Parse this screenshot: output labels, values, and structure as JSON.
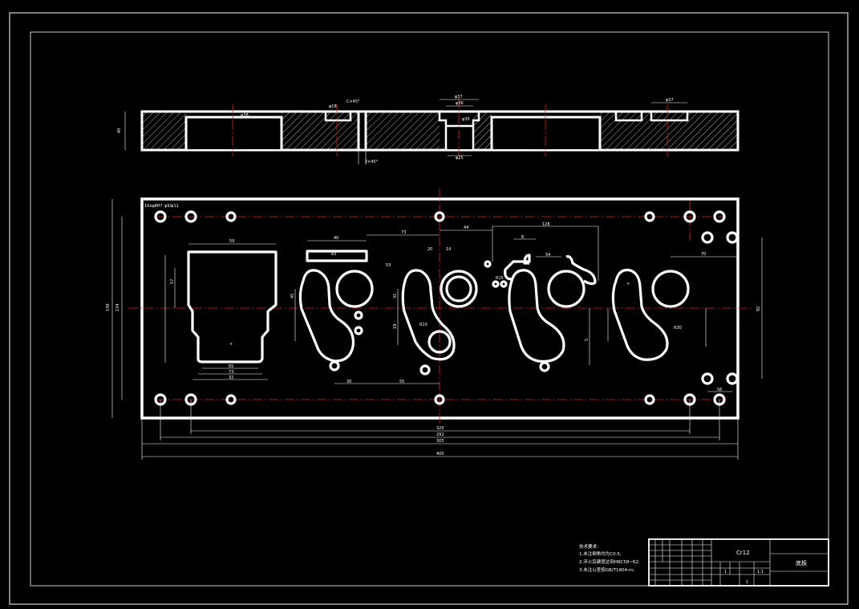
{
  "colors": {
    "background": "#000000",
    "outline": "#ffffff",
    "centerline": "#e0201e"
  },
  "section_view": {
    "dims": {
      "left_height": "40",
      "slot_width_a": "φ38",
      "mid_top": "C×45°",
      "mid_bottom": "2×45°",
      "boss_top": "φ37",
      "boss_inner": "φ36",
      "boss_small": "φ30",
      "boss_bottom": "φ25",
      "right_top": "φ37",
      "pocket_small": "φ18"
    }
  },
  "plan_view": {
    "tag": "10xφ8H7",
    "tag2": "φ9/φ11",
    "dims": {
      "overall_width": "400",
      "width2": "305",
      "width3": "292",
      "hole_spacing": "320",
      "height_total": "139",
      "height_inner": "134",
      "height_right": "92",
      "pocket_top": "59",
      "pocket_bot1": "65",
      "pocket_bot2": "73",
      "pocket_bot3": "32",
      "slot_len": "40",
      "slot_pos": "73",
      "cam_a": "20",
      "cam_b": "14",
      "cam_c": "44",
      "cam_d": "53",
      "cam_e": "83",
      "cam_f": "70",
      "r_small": "R10",
      "r_mid": "R15",
      "r_big": "R30",
      "h_a": "57",
      "h_b": "45",
      "h_c": "31",
      "h_d": "19",
      "h_e": "5",
      "t_a": "128",
      "t_b": "54",
      "t_c": "8",
      "bot_a": "30",
      "bot_b": "55",
      "bot_c": "56"
    }
  },
  "notes": {
    "title": "技术要求:",
    "lines": [
      "1.未注倒角均为C0.5;",
      "2.淬火后硬度达到HRC58~62;",
      "3.未注公差按GB/T1804-m;"
    ]
  },
  "title_block": {
    "material": "Cr12",
    "name": "底板",
    "scale": "1:1",
    "sheet": "1",
    "qty": "1"
  }
}
